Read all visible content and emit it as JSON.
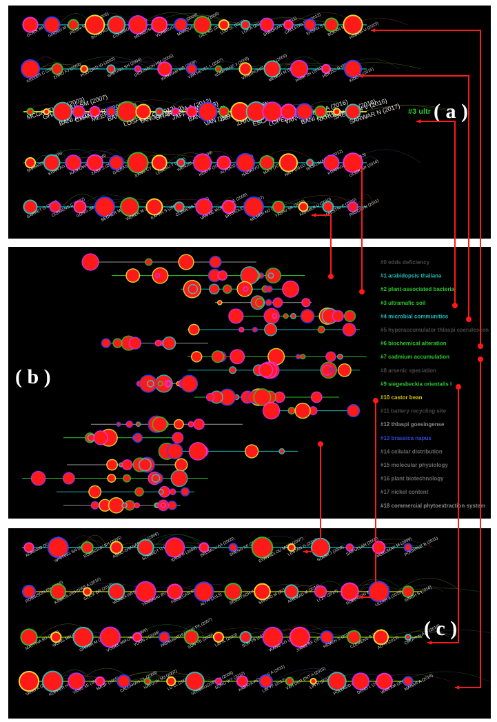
{
  "panel_labels": {
    "a": "( a )",
    "b": "( b )",
    "c": "( c )"
  },
  "highlight_label": "#3 ultr",
  "colors": {
    "arrow": "#ff1a1a",
    "node": "#ff1a1a",
    "line_cyan": "#00c8c8",
    "line_green": "#7cd000",
    "line_yellow": "#d8d800",
    "line_gray": "#9a9a9a"
  },
  "panel_a": {
    "rows": [
      {
        "line": "cyan",
        "labels": [
          "GLICK BR (2003)",
          "GHOSH M (2005)",
          "PILON-SMITS E (2005)",
          "BOYD RS (2007)",
          "COURBOT M (2007)",
          "MENGONI A (2009)",
          "VERBRUGGEN N (2009)",
          "MARQUES APGC (2009)",
          "GILL SS (2010)",
          "LUO SL (2011)",
          "LUX A (2011)",
          "SHEORAN V (2011)",
          "GALLEGO SM (2012)",
          "EHSAN S (2014)",
          "BOLAN N (2014)",
          "HABIBA U (2015)"
        ]
      },
      {
        "line": "cyan",
        "labels": [
          "KELLER C (2003)",
          "ZHAO FJ (2003)",
          "PULFORD ID (2003)",
          "WHITING SN (2004)",
          "DICKINSON NM (2005)",
          "KIRKHAM MB (2006)",
          "VAN NEVEL L (2007)",
          "KUMPIENE J (2008)",
          "VANGRONSVELD J (2009)",
          "MENCH M (2010)",
          "PARK JH (2011)",
          "HERZIG R (2014)",
          "KIDD P (2015)"
        ]
      },
      {
        "line": "yellow",
        "labels": [
          "MCGRATH SP (2003)",
          "GHADERIAN SM (2007)",
          "BANI A (2007)",
          "CHANEY RL (2007)",
          "MEERS E (2010)",
          "BANI A (2010)",
          "LOSFELD G (2012)",
          "TANG YT (2012)",
          "BHARGAVA A (2012)",
          "JAFFRE T (2013)",
          "BANI A (2013)",
          "VAN DER ENT A (2013)",
          "DENG THB (2014)",
          "ZHANG X (2014)",
          "ESCANDE V (2014)",
          "LOPEZ V (2016)",
          "VAN DER ENT A (2016)",
          "BANI A (2015)",
          "NKRUMAH PN (2016)",
          "SHEORAN V (2016)",
          "SARWAR N (2017)"
        ]
      },
      {
        "line": "cyan",
        "labels": [
          "SHANKER AK (2005)",
          "KHAN AG (2005)",
          "RAJKUMAR M (2006)",
          "ZAIDI S (2006)",
          "GALEAS ML (2007)",
          "JIANG CY (2008)",
          "LEBEAU T (2008)",
          "WENZEL WW (2009)",
          "KIDD P (2009)",
          "ALFORD ER (2010)",
          "NADAJYOTI (2010)",
          "MA Y (2011)",
          "MA Y (2011)",
          "RAJKUMAR M (2012)",
          "PRAPAGDEE B (2013)",
          "GLICK BR (2014)"
        ]
      },
      {
        "line": "cyan",
        "labels": [
          "SARRET G (2002)",
          "CLEMENS S (2002)",
          "GONG JM (2003)",
          "BECHER M (2004)",
          "WEBER M (2004)",
          "EAPEN S (2005)",
          "CLEMENS S (2006)",
          "VAN DE MORTEL JE (2006)",
          "BROADLEY MR (2007)",
          "MILNER MJ (2008)",
          "YADAV SK (2010)",
          "KRAMER U (2010)",
          "MAESTRI E (2010)",
          "RASCIO N (2011)"
        ]
      }
    ]
  },
  "panel_b": {
    "clusters": [
      {
        "label": "#0 edds deficiency",
        "color": "#4a4a4a"
      },
      {
        "label": "#1 arabidopsis thaliana",
        "color": "#20b8b8"
      },
      {
        "label": "#2 plant-associated bacteria",
        "color": "#2ec82e"
      },
      {
        "label": "#3 ultramafic soil",
        "color": "#2ec82e"
      },
      {
        "label": "#4 microbial communities",
        "color": "#20b8b8"
      },
      {
        "label": "#5 hyperaccumulator thlaspi caerulescen",
        "color": "#4a4a4a"
      },
      {
        "label": "#6 biochemical alteration",
        "color": "#2ec82e"
      },
      {
        "label": "#7 cadmium accumulation",
        "color": "#2ec82e"
      },
      {
        "label": "#8 arsenic speciation",
        "color": "#4a4a4a"
      },
      {
        "label": "#9 siegesbeckia orientalis l",
        "color": "#2ec82e"
      },
      {
        "label": "#10 castor bean",
        "color": "#d8c800"
      },
      {
        "label": "#11 battery recycling site",
        "color": "#4a4a4a"
      },
      {
        "label": "#12 thlaspi goesingense",
        "color": "#8a8a8a"
      },
      {
        "label": "#13 brassica napus",
        "color": "#2a4ad8"
      },
      {
        "label": "#14 cellular distribution",
        "color": "#6a6a6a"
      },
      {
        "label": "#15 molecular physiology",
        "color": "#6a6a6a"
      },
      {
        "label": "#16 plant biotechnology",
        "color": "#6a6a6a"
      },
      {
        "label": "#17 nickel content",
        "color": "#6a6a6a"
      },
      {
        "label": "#18 commercial phytoextraction system",
        "color": "#8a8a8a"
      }
    ]
  },
  "panel_c": {
    "rows": [
      {
        "line": "cyan",
        "labels": [
          "ADRIANO DC (2004)",
          "WHITING SN (2001)",
          "ROBINSON BH (2003)",
          "ABOU-SHANAB RAI (2006)",
          "SCHMIDT U (2003)",
          "IDRIS R (2004)",
          "BELIMOV AA (2005)",
          "SHENG XF (2006)",
          "EVANGELOU MWH (2007)",
          "LESTAN D (2008)",
          "NOURI J (2009)",
          "SAIFULLAH (2009)",
          "RAJKUMAR M (2009)",
          "POURRUT B (2011)"
        ]
      },
      {
        "line": "yellow",
        "labels": [
          "ROBINSON BH (2009)",
          "KABATA-PENDIAS A (2010)",
          "GLICK BR (2010)",
          "WUANA RA (2011)",
          "TANGAHU BV (2011)",
          "FINNEGAN PM (2012)",
          "ALI H (2013)",
          "SESSITSCH A (2013)",
          "SHAHID M (2014)",
          "AHEMAD M (2014)",
          "LI ZY (2014)",
          "ROBINSON BH (2015)",
          "ULLAH A (2015)",
          "SINGH S (2016)"
        ]
      },
      {
        "line": "green",
        "labels": [
          "MATTINA MJ (2003)",
          "WONG MH (2003)",
          "GHOSH M (2005)",
          "VOGEL-MIKUS K (2005)",
          "YOON J (2006)",
          "PADMAVATHIAMMA PK (2007)",
          "SUN YB (2009)",
          "LAI JL (2010)",
          "SUN YB (2011)",
          "WANG XG (2010)",
          "JIANG RF (2011)",
          "HEMEN S (2011)",
          "CLEMENS S (2013)",
          "ALI H (2013)",
          "CHOPPALA G (2014)"
        ]
      },
      {
        "line": "green",
        "labels": [
          "YANG X (2002)",
          "KUPPER H (2004)",
          "YANG XE (2004)",
          "MA JF (2005)",
          "CALLAHAN DL (2006)",
          "HAYDON MJ (2007)",
          "LU LL (2008)",
          "VERBRUGGEN N (2009)",
          "SONG WY (2010)",
          "KABATA-PENDIAS A (2011)",
          "LIN YF (2012)",
          "VAN DER ENT A (2013)",
          "LIN H (2013)",
          "POLLARD AJ (2014)",
          "DENG L (2015)",
          "WAN XM (2016)",
          "MAHAR A (2016)"
        ]
      }
    ]
  }
}
